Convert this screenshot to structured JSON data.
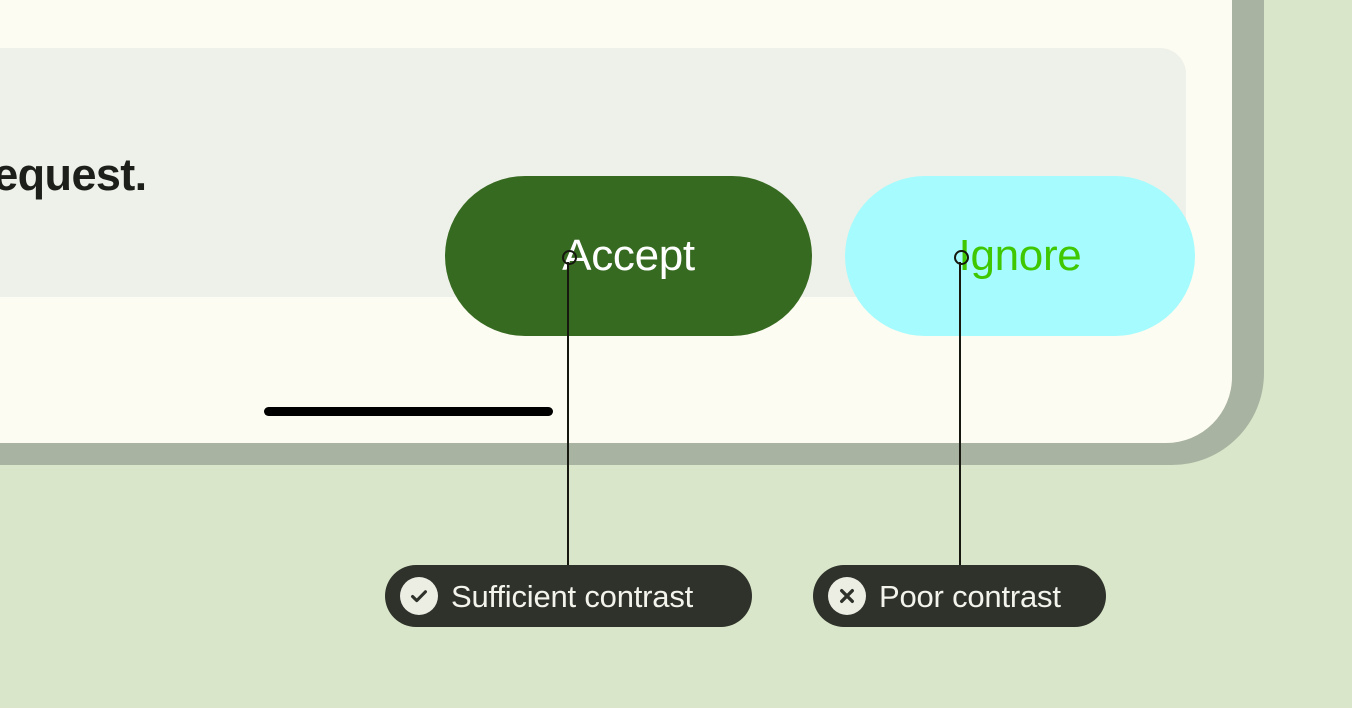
{
  "page": {
    "background_color": "#d9e6c9"
  },
  "device_frame": {
    "bezel_color": "#a9b3a2",
    "surface_color": "#fdfcf2"
  },
  "card": {
    "panel_color": "#eef1e9",
    "message": "a request."
  },
  "actions": {
    "accept": {
      "label": "Accept",
      "background_color": "#376a21",
      "text_color": "#ffffff"
    },
    "ignore": {
      "label": "Ignore",
      "background_color": "#a5fbfd",
      "text_color": "#3fc800"
    }
  },
  "annotations": [
    {
      "label": "Sufficient contrast",
      "icon": "check-circle-icon",
      "pill_color": "#2f322b",
      "icon_background": "#eceee4",
      "icon_glyph_color": "#2f322b"
    },
    {
      "label": "Poor contrast",
      "icon": "cross-circle-icon",
      "pill_color": "#2f322b",
      "icon_background": "#eceee4",
      "icon_glyph_color": "#2f322b"
    }
  ],
  "rule_bar": {
    "color": "#000000"
  }
}
